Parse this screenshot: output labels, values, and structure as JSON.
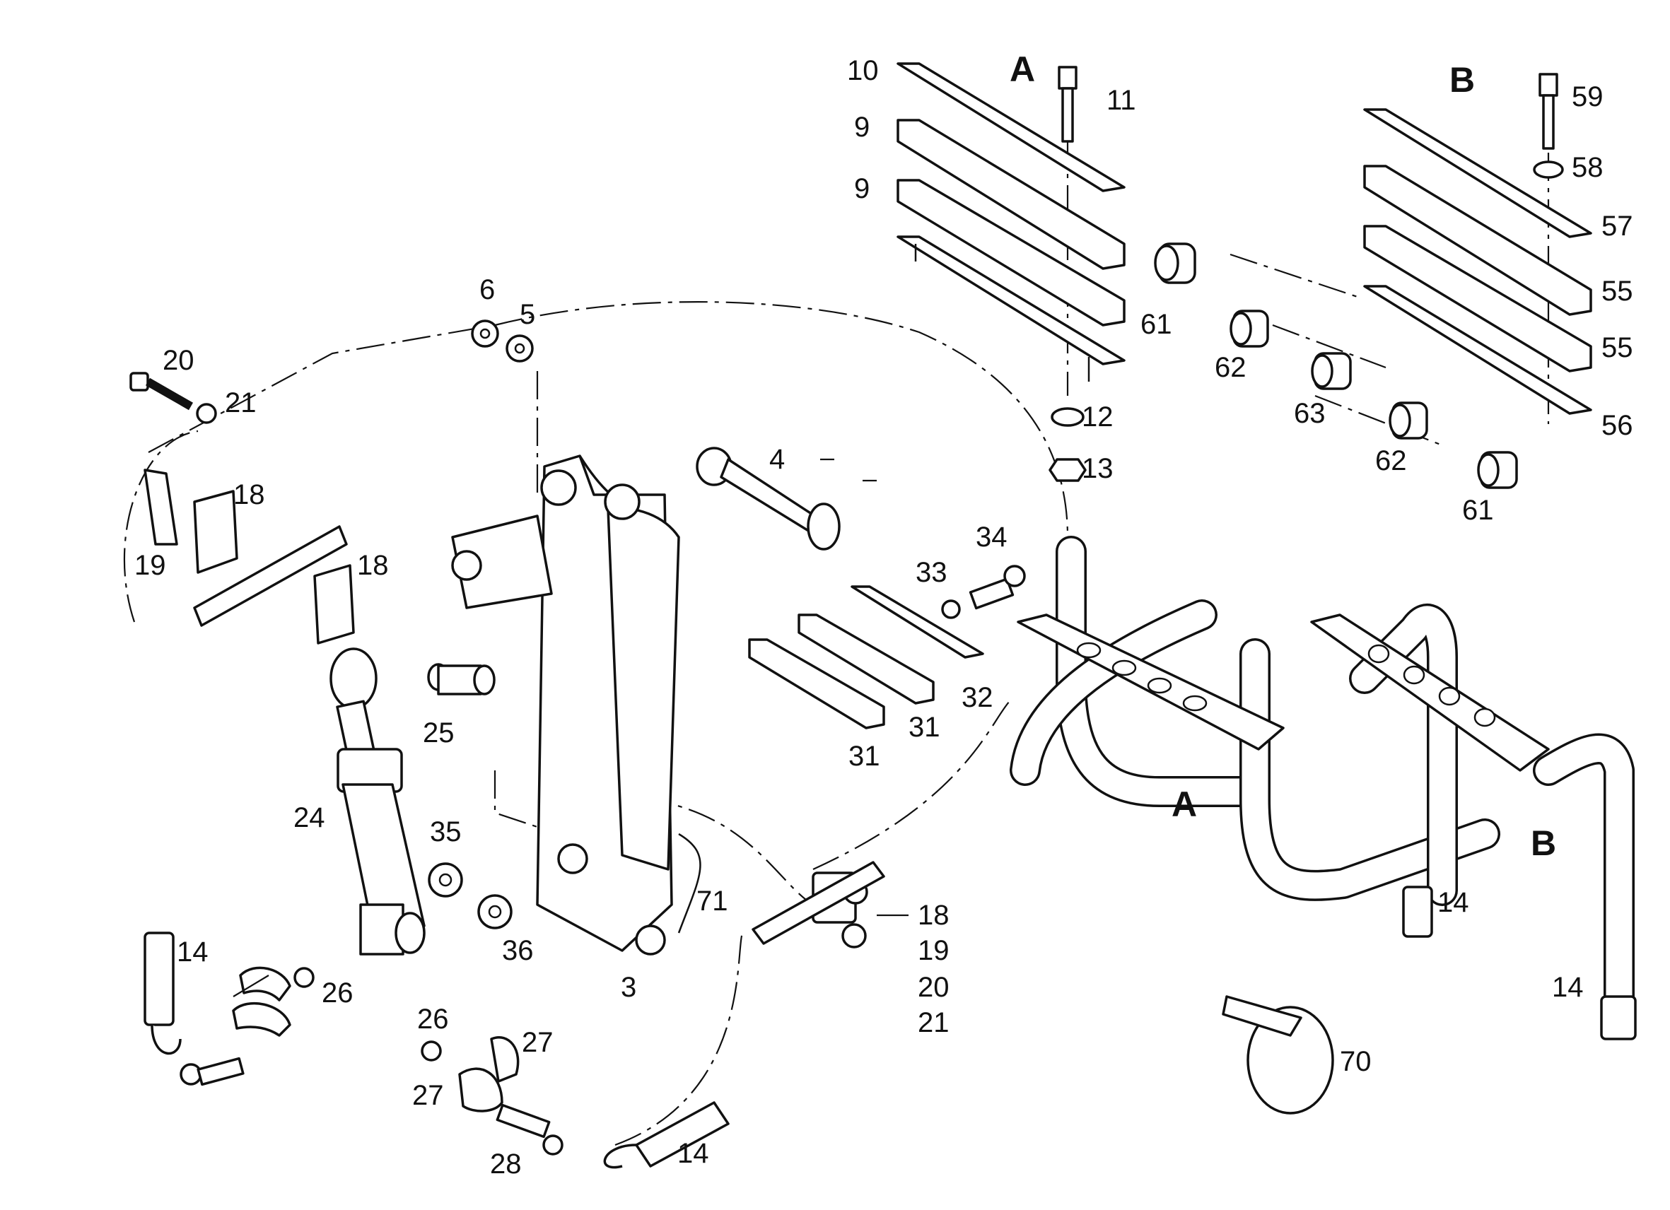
{
  "diagram": {
    "section_labels": [
      "A",
      "B",
      "A",
      "B"
    ],
    "labels": {
      "p3": "3",
      "p4": "4",
      "p5": "5",
      "p6": "6",
      "p9a": "9",
      "p9b": "9",
      "p10": "10",
      "p11": "11",
      "p12": "12",
      "p13": "13",
      "p14a": "14",
      "p14b": "14",
      "p14c": "14",
      "p14d": "14",
      "p18a": "18",
      "p18b": "18",
      "p18c": "18",
      "p19a": "19",
      "p19b": "19",
      "p20a": "20",
      "p20b": "20",
      "p21a": "21",
      "p21b": "21",
      "p24": "24",
      "p25": "25",
      "p26a": "26",
      "p26b": "26",
      "p27a": "27",
      "p27b": "27",
      "p28": "28",
      "p31a": "31",
      "p31b": "31",
      "p32": "32",
      "p33": "33",
      "p34": "34",
      "p35": "35",
      "p36": "36",
      "p55a": "55",
      "p55b": "55",
      "p56": "56",
      "p57": "57",
      "p58": "58",
      "p59": "59",
      "p61a": "61",
      "p61b": "61",
      "p62a": "62",
      "p62b": "62",
      "p63": "63",
      "p70": "70",
      "p71": "71"
    }
  }
}
